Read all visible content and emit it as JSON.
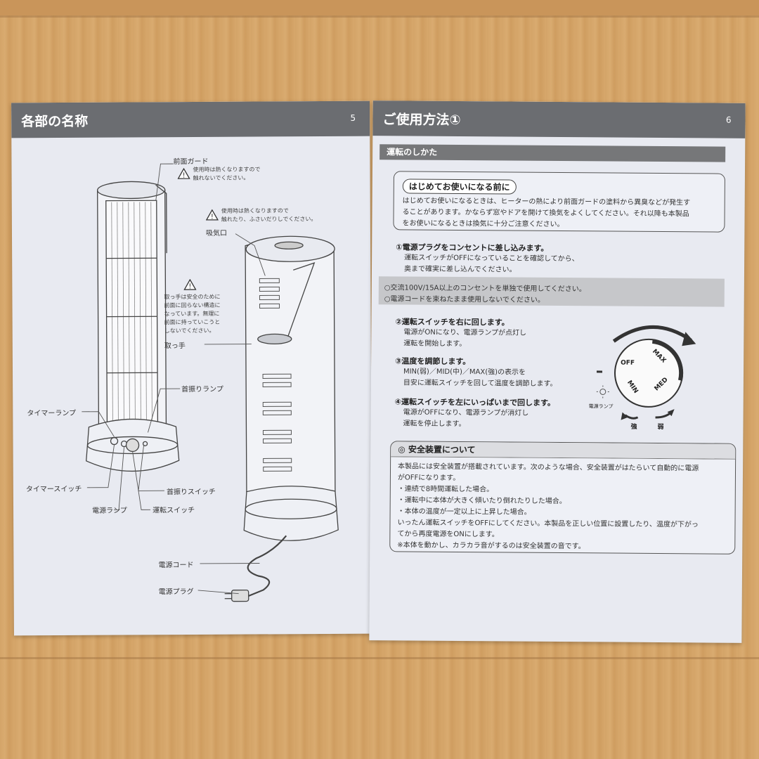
{
  "left": {
    "title": "各部の名称",
    "page_number": "5",
    "labels": {
      "front_guard": "前面ガード",
      "front_guard_warning": [
        "使用時は熱くなりますので",
        "触れないでください。"
      ],
      "intake_warning": [
        "使用時は熱くなりますので",
        "触れたり、ふさいだりしでください。"
      ],
      "intake": "吸気口",
      "handle_warning": [
        "取っ手は安全のために",
        "前面に回らない構造に",
        "なっています。無理に",
        "前面に持っていこうと",
        "しないでください。"
      ],
      "handle": "取っ手",
      "swing_lamp": "首振りランプ",
      "timer_lamp": "タイマーランプ",
      "timer_switch": "タイマースイッチ",
      "swing_switch": "首振りスイッチ",
      "power_lamp": "電源ランプ",
      "operation_switch": "運転スイッチ",
      "power_cord": "電源コード",
      "power_plug": "電源プラグ"
    }
  },
  "right": {
    "title": "ご使用方法①",
    "page_number": "6",
    "section": "運転のしかた",
    "first_use": {
      "title": "はじめてお使いになる前に",
      "lines": [
        "はじめてお使いになるときは、ヒーターの熱により前面ガードの塗料から異臭などが発生す",
        "ることがあります。かならず窓やドアを開けて換気をよくしてください。それ以降も本製品",
        "をお使いになるときは換気に十分ご注意ください。"
      ]
    },
    "step1": {
      "heading": "①電源プラグをコンセントに差し込みます。",
      "lines": [
        "運転スイッチがOFFになっていることを確認してから、",
        "奥まで確実に差し込んでください。"
      ]
    },
    "notes": [
      "○交流100V/15A以上のコンセントを単独で使用してください。",
      "○電源コードを束ねたまま使用しないでください。"
    ],
    "step2": {
      "heading": "②運転スイッチを右に回します。",
      "lines": [
        "電源がONになり、電源ランプが点灯し",
        "運転を開始します。"
      ]
    },
    "step3": {
      "heading": "③温度を調節します。",
      "lines": [
        "MIN(弱)／MID(中)／MAX(強)の表示を",
        "目安に運転スイッチを回して温度を調節します。"
      ]
    },
    "step4": {
      "heading": "④運転スイッチを左にいっぱいまで回します。",
      "lines": [
        "電源がOFFになり、電源ランプが消灯し",
        "運転を停止します。"
      ]
    },
    "dial": {
      "off": "OFF",
      "max": "MAX",
      "med": "MED",
      "min": "MIN",
      "lamp_label": "電源ランプ",
      "strong": "強",
      "weak": "弱"
    },
    "safety": {
      "title": "◎ 安全装置について",
      "lines": [
        "本製品には安全装置が搭載されています。次のような場合、安全装置がはたらいて自動的に電源",
        "がOFFになります。",
        "・連続で8時間運転した場合。",
        "・運転中に本体が大きく傾いたり倒れたりした場合。",
        "・本体の温度が一定以上に上昇した場合。",
        "いったん運転スイッチをOFFにしてください。本製品を正しい位置に設置したり、温度が下がっ",
        "てから再度電源をONにします。",
        "※本体を動かし、カラカラ音がするのは安全装置の音です。"
      ]
    }
  }
}
